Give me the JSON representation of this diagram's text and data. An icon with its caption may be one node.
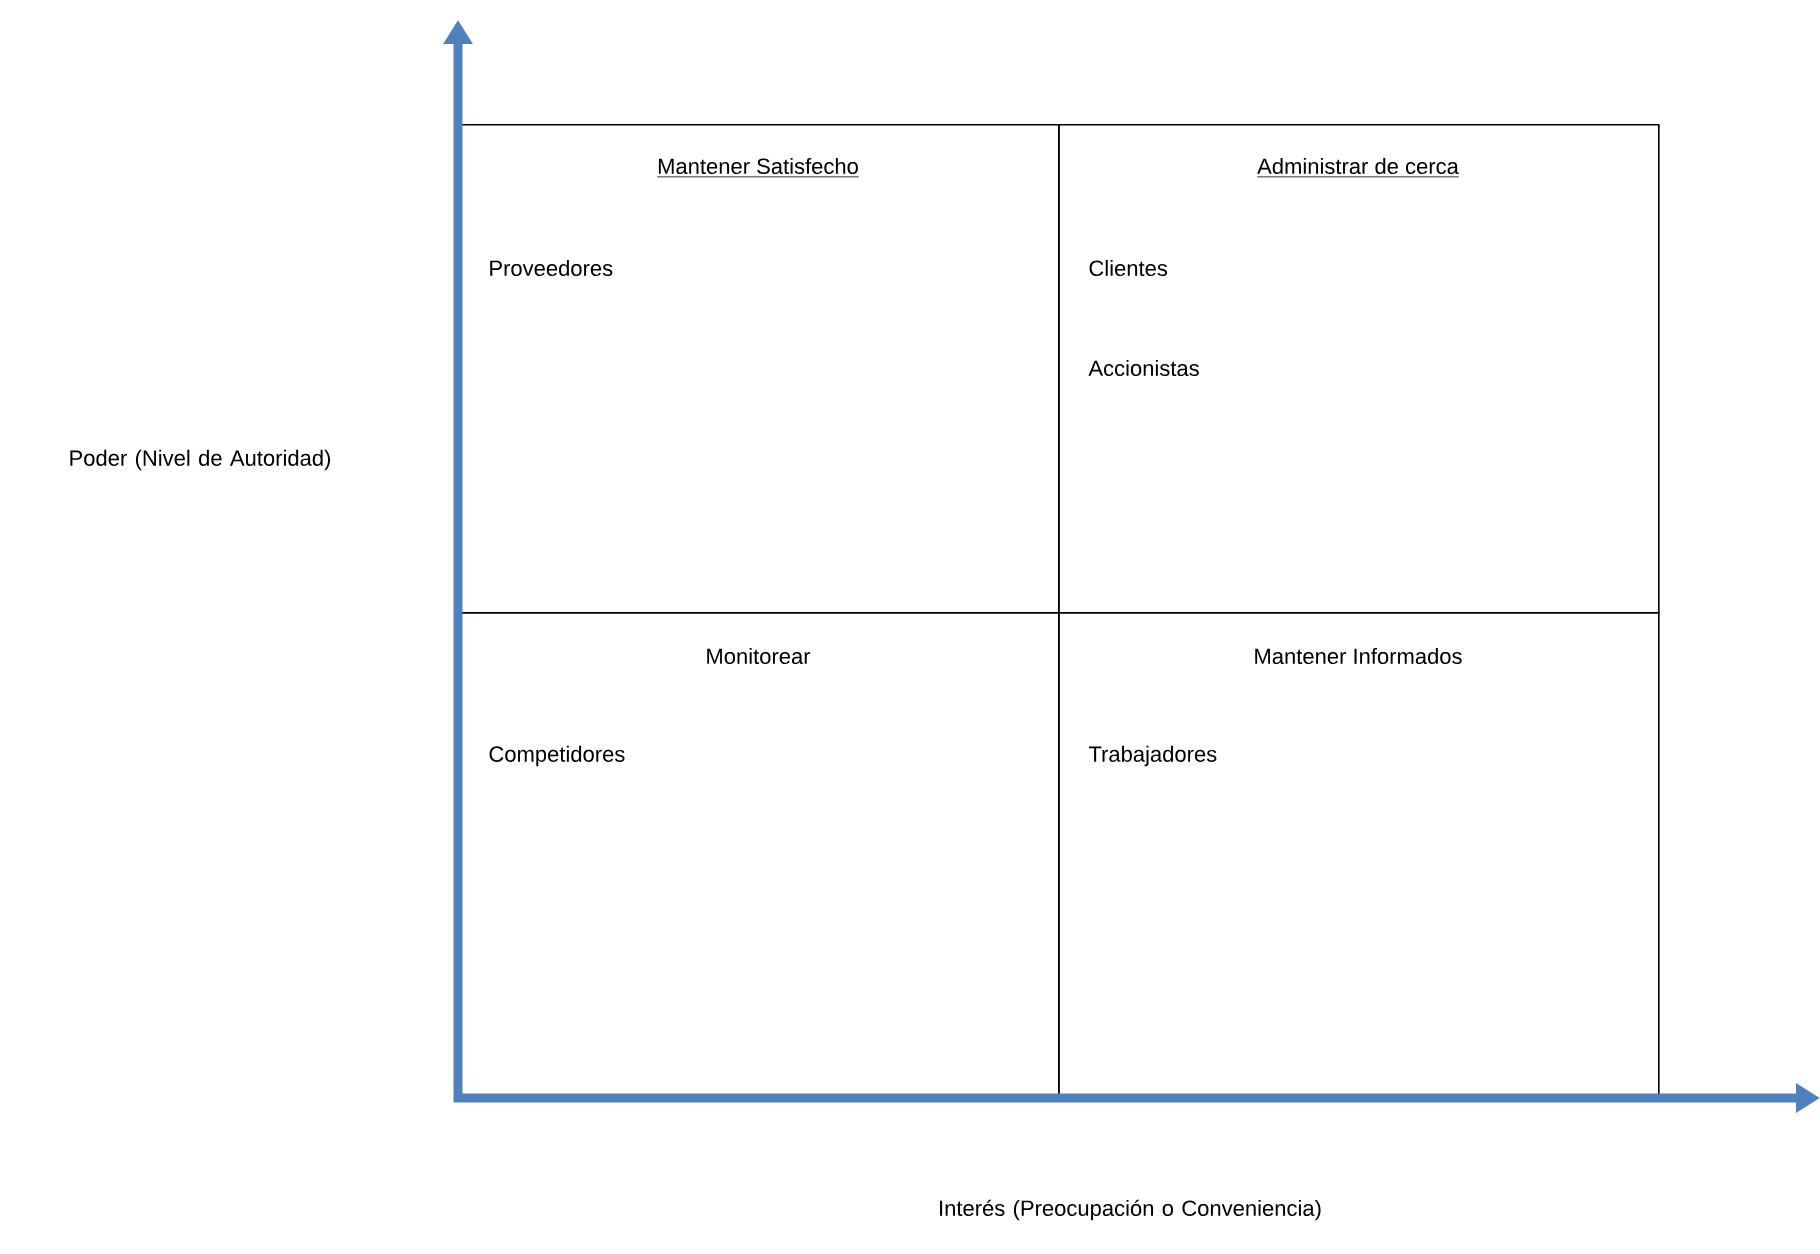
{
  "diagram": {
    "nodes": [
      {
        "text": [
          "Mantener Satisfecho",
          "Proveedores"
        ]
      },
      {
        "text": [
          "Administrar de cerca",
          "Clientes",
          "Accionistas"
        ]
      },
      {
        "text": [
          "Monitorear",
          "Competidores"
        ]
      },
      {
        "text": [
          "Mantener Informados",
          "Trabajadores"
        ]
      }
    ],
    "labels": [
      "Poder (Nivel de Autoridad)",
      "Interés (Preocupación o Conveniencia)"
    ]
  }
}
